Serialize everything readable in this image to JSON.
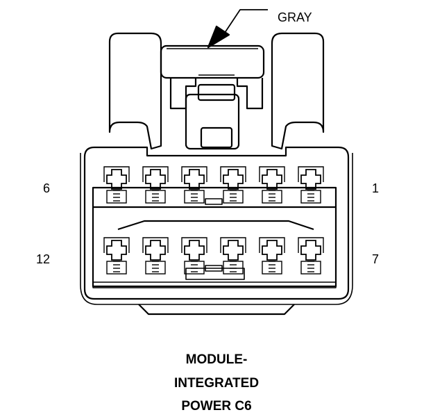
{
  "callout": {
    "text": "GRAY"
  },
  "pins": {
    "top_left": "6",
    "top_right": "1",
    "bottom_left": "12",
    "bottom_right": "7"
  },
  "caption": {
    "line1": "MODULE-",
    "line2": "INTEGRATED",
    "line3": "POWER C6"
  },
  "colors": {
    "stroke": "#000000",
    "background": "#ffffff"
  }
}
